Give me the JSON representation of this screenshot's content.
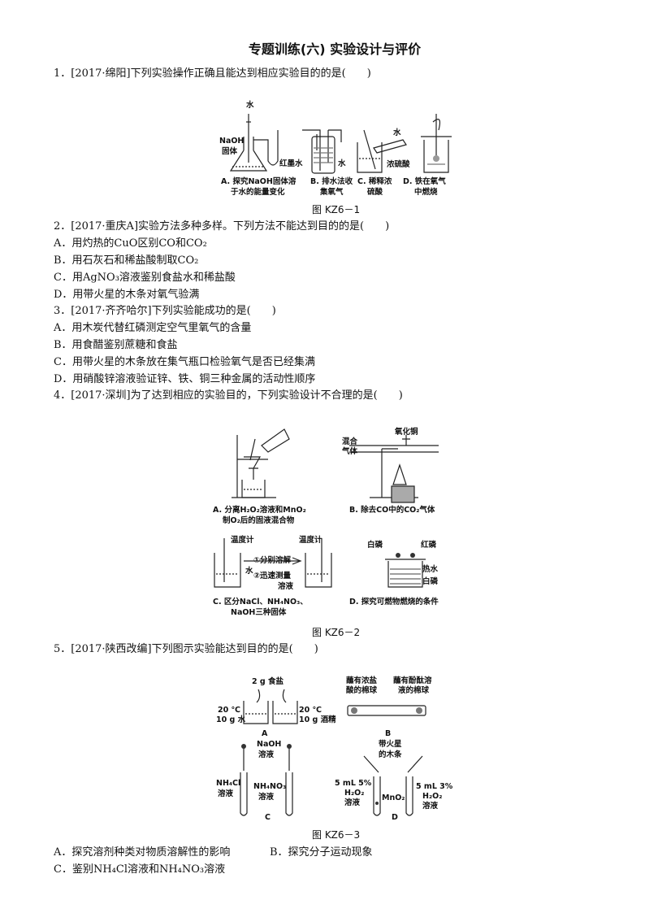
{
  "title": "专题训练(六)   实验设计与评价",
  "q1": {
    "stem": "1．[2017·绵阳]下列实验操作正确且能达到相应实验目的的是(　　)",
    "labels": {
      "water_top": "水",
      "naoh": "NaOH",
      "solid": "固体",
      "red_ink": "红墨水",
      "water_b": "水",
      "water_c": "水",
      "conc_acid": "浓硫酸"
    },
    "options": {
      "a1": "A. 探究NaOH固体溶",
      "a2": "于水的能量变化",
      "b1": "B. 排水法收",
      "b2": "集氧气",
      "c1": "C. 稀释浓",
      "c2": "硫酸",
      "d1": "D. 铁在氧气",
      "d2": "中燃烧"
    },
    "figure": "图 KZ6－1"
  },
  "q2": {
    "stem": "2．[2017·重庆A]实验方法多种多样。下列方法不能达到目的的是(　　)",
    "a": "A．用灼热的CuO区别CO和CO₂",
    "b": "B．用石灰石和稀盐酸制取CO₂",
    "c": "C．用AgNO₃溶液鉴别食盐水和稀盐酸",
    "d": "D．用带火星的木条对氧气验满"
  },
  "q3": {
    "stem": "3．[2017·齐齐哈尔]下列实验能成功的是(　　)",
    "a": "A．用木炭代替红磷测定空气里氧气的含量",
    "b": "B．用食醋鉴别蔗糖和食盐",
    "c": "C．用带火星的木条放在集气瓶口检验氧气是否已经集满",
    "d": "D．用硝酸锌溶液验证锌、铁、铜三种金属的活动性顺序"
  },
  "q4": {
    "stem": "4．[2017·深圳]为了达到相应的实验目的，下列实验设计不合理的是(　　)",
    "labels": {
      "mixed": "混合",
      "gas": "气体",
      "cuo": "氧化铜",
      "therm1": "温度计",
      "therm2": "温度计",
      "water": "水",
      "step1": "①分别溶解",
      "step2": "②迅速测量",
      "solution": "溶液",
      "white_p": "白磷",
      "red_p": "红磷",
      "hot_water": "热水",
      "white_p2": "白磷"
    },
    "options": {
      "a1": "A. 分离H₂O₂溶液和MnO₂",
      "a2": "制O₂后的固液混合物",
      "b": "B. 除去CO中的CO₂气体",
      "c1": "C. 区分NaCl、NH₄NO₃、",
      "c2": "NaOH三种固体",
      "d": "D. 探究可燃物燃烧的条件"
    },
    "figure": "图 KZ6－2"
  },
  "q5": {
    "stem": "5．[2017·陕西改编]下列图示实验能达到目的的是(　　)",
    "labels": {
      "salt": "2 g 食盐",
      "temp_l": "20 ℃",
      "water_l": "10 g 水",
      "temp_r": "20 ℃",
      "alcohol_r": "10 g 酒精",
      "cotton_l1": "蘸有浓盐",
      "cotton_l2": "酸的棉球",
      "cotton_r1": "蘸有酚酞溶",
      "cotton_r2": "液的棉球",
      "naoh1": "NaOH",
      "naoh2": "溶液",
      "nh4cl1": "NH₄Cl",
      "nh4cl2": "溶液",
      "nh4no31": "NH₄NO₃",
      "nh4no32": "溶液",
      "splint1": "带火星",
      "splint2": "的木条",
      "l1": "5 mL 5%",
      "l2": "H₂O₂",
      "l3": "溶液",
      "mno2": "MnO₂",
      "r1": "5 mL 3%",
      "r2": "H₂O₂",
      "r3": "溶液",
      "fig_a": "A",
      "fig_b": "B",
      "fig_c": "C",
      "fig_d": "D"
    },
    "figure": "图 KZ6－3",
    "a": "A．探究溶剂种类对物质溶解性的影响",
    "b": "B．探究分子运动现象",
    "c": "C．鉴别NH₄Cl溶液和NH₄NO₃溶液"
  }
}
